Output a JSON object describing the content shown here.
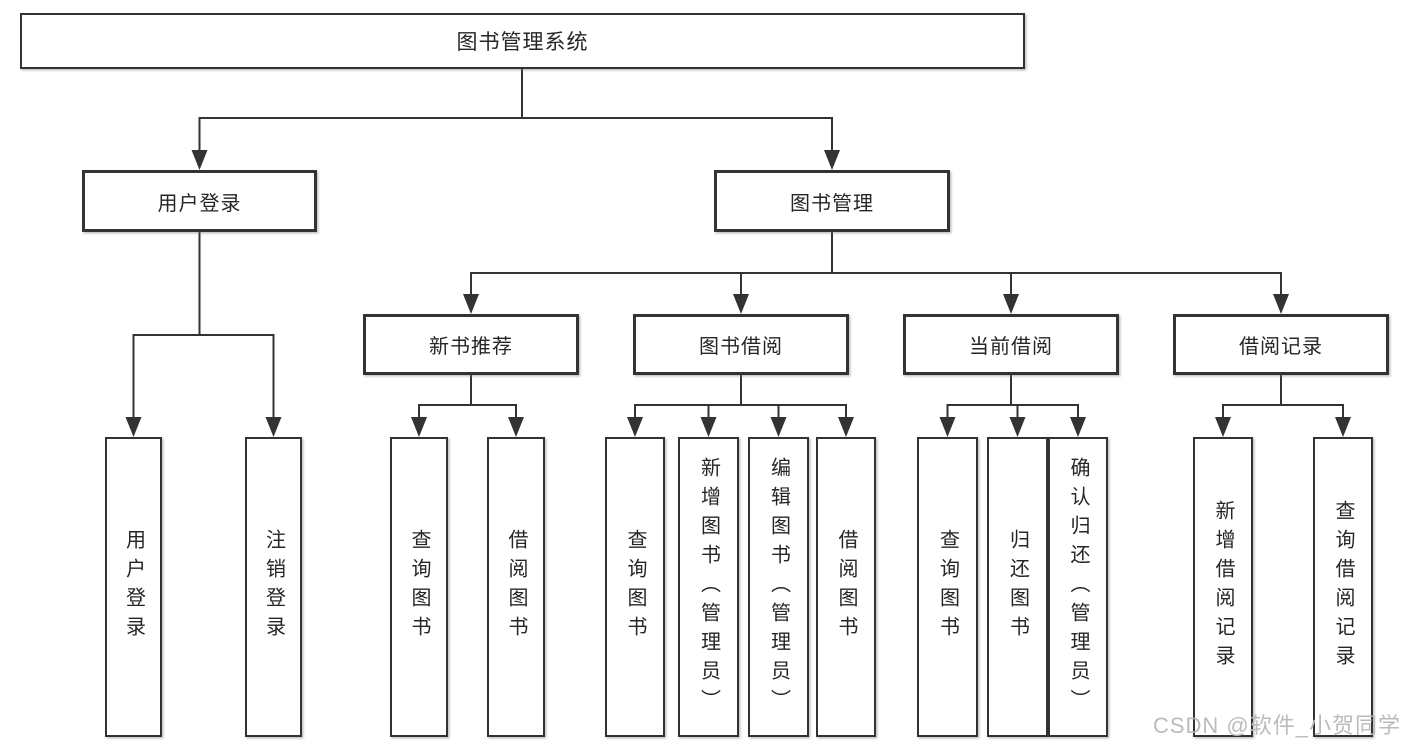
{
  "tree": {
    "root": {
      "label": "图书管理系统"
    },
    "level2": [
      {
        "label": "用户登录"
      },
      {
        "label": "图书管理"
      }
    ],
    "level3": [
      {
        "label": "新书推荐"
      },
      {
        "label": "图书借阅"
      },
      {
        "label": "当前借阅"
      },
      {
        "label": "借阅记录"
      }
    ],
    "leaves": {
      "user_login": [
        "用户登录",
        "注销登录"
      ],
      "new_books": [
        "查询图书",
        "借阅图书"
      ],
      "book_borrow": [
        "查询图书",
        "新增图书（管理员）",
        "编辑图书（管理员）",
        "借阅图书"
      ],
      "current_borrow": [
        "查询图书",
        "归还图书",
        "确认归还（管理员）"
      ],
      "borrow_records": [
        "新增借阅记录",
        "查询借阅记录"
      ]
    }
  },
  "watermark": "CSDN @软件_小贺同学",
  "colors": {
    "line": "#333333",
    "box_border": "#333333",
    "text": "#262626",
    "watermark": "#b5b9bd",
    "background": "#ffffff"
  }
}
